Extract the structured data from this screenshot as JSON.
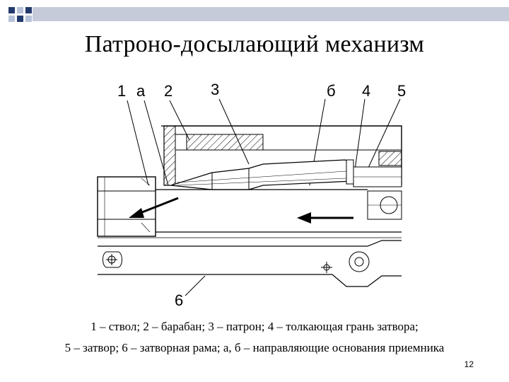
{
  "slide": {
    "title": "Патроно-досылающий механизм",
    "caption_line1": "1 – ствол; 2 – барабан; 3 – патрон; 4 – толкающая грань затвора;",
    "caption_line2": "5 – затвор; 6 – затворная рама; а, б – направляющие основания приемника",
    "page_number": "12"
  },
  "diagram": {
    "labels": {
      "l1": "1",
      "la": "а",
      "l2": "2",
      "l3": "3",
      "lb": "б",
      "l4": "4",
      "l5": "5",
      "l6": "6"
    }
  },
  "colors": {
    "deco_square": "#223a6e",
    "deco_square_light": "#b7c2d9",
    "deco_bar": "#c5cbd9"
  }
}
